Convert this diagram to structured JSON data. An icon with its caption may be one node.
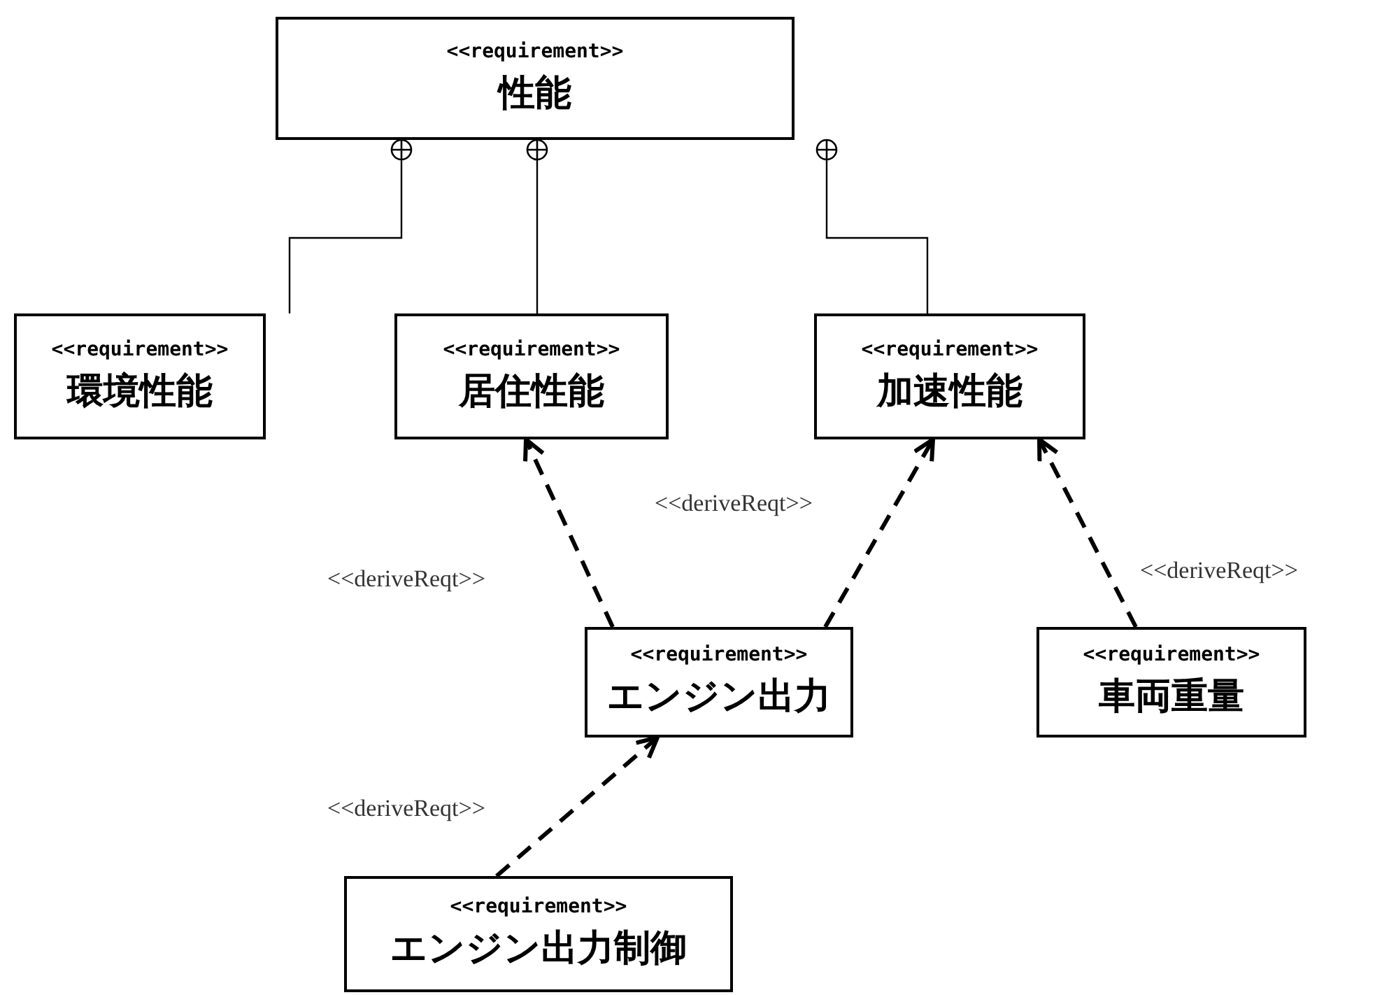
{
  "diagram": {
    "nodes": [
      {
        "text": [
          "<<requirement>>",
          "性能"
        ]
      },
      {
        "text": [
          "<<requirement>>",
          "環境性能"
        ]
      },
      {
        "text": [
          "<<requirement>>",
          "居住性能"
        ]
      },
      {
        "text": [
          "<<requirement>>",
          "加速性能"
        ]
      },
      {
        "text": [
          "<<requirement>>",
          "エンジン出力"
        ]
      },
      {
        "text": [
          "<<requirement>>",
          "車両重量"
        ]
      },
      {
        "text": [
          "<<requirement>>",
          "エンジン出力制御"
        ]
      }
    ],
    "edges": [
      {
        "from": 1,
        "to": 0,
        "arrow": "other"
      },
      {
        "from": 2,
        "to": 0,
        "arrow": "other"
      },
      {
        "from": 3,
        "to": 0,
        "arrow": "other"
      },
      {
        "from": 4,
        "to": 2,
        "arrow": "to",
        "style": "dashed",
        "label": "<<deriveReqt>>"
      },
      {
        "from": 4,
        "to": 3,
        "arrow": "to",
        "style": "dashed",
        "label": "<<deriveReqt>>"
      },
      {
        "from": 5,
        "to": 3,
        "arrow": "to",
        "style": "dashed",
        "label": "<<deriveReqt>>"
      },
      {
        "from": 6,
        "to": 4,
        "arrow": "to",
        "style": "dashed",
        "label": "<<deriveReqt>>"
      }
    ]
  }
}
